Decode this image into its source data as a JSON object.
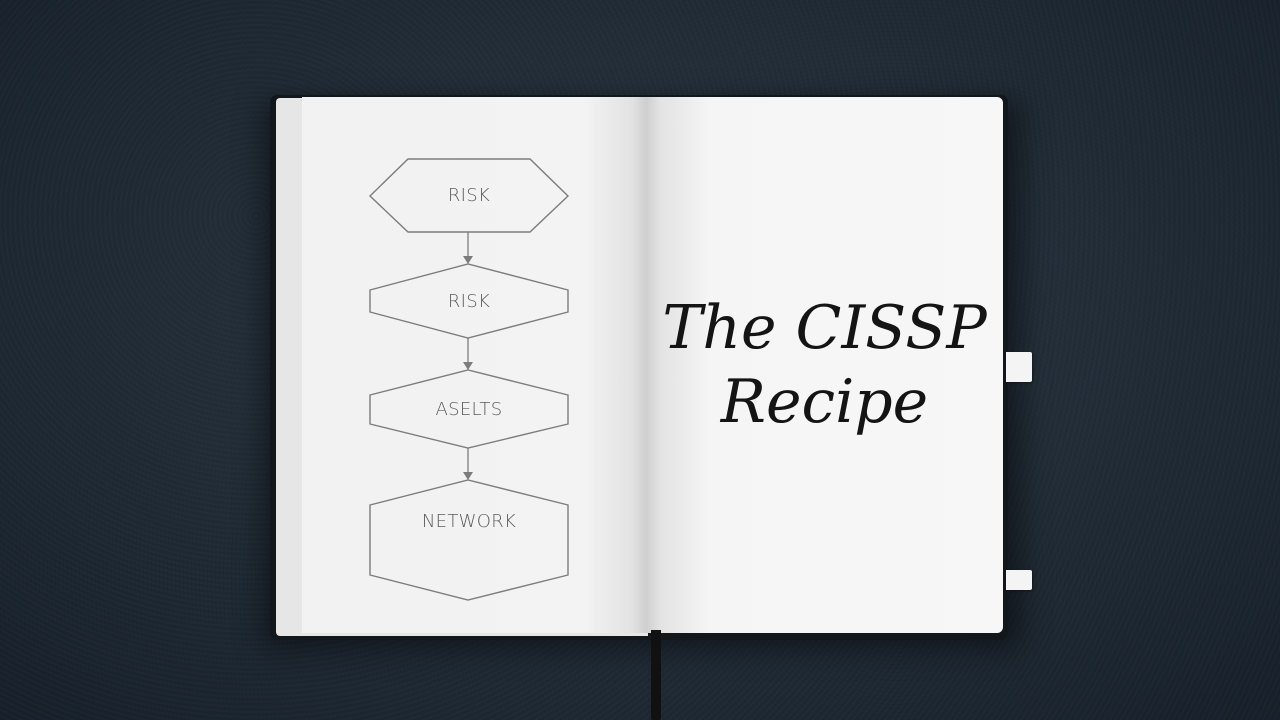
{
  "scene": {
    "description_free": true,
    "background_color": "#26323d",
    "notebook": {
      "left_page": {
        "flowchart": [
          {
            "label": "RISK"
          },
          {
            "label": "RISK"
          },
          {
            "label": "ASELTS"
          },
          {
            "label": "NETWORK"
          }
        ]
      },
      "right_page": {
        "title_line_1": "The CISSP",
        "title_line_2": "Recipe"
      }
    }
  }
}
